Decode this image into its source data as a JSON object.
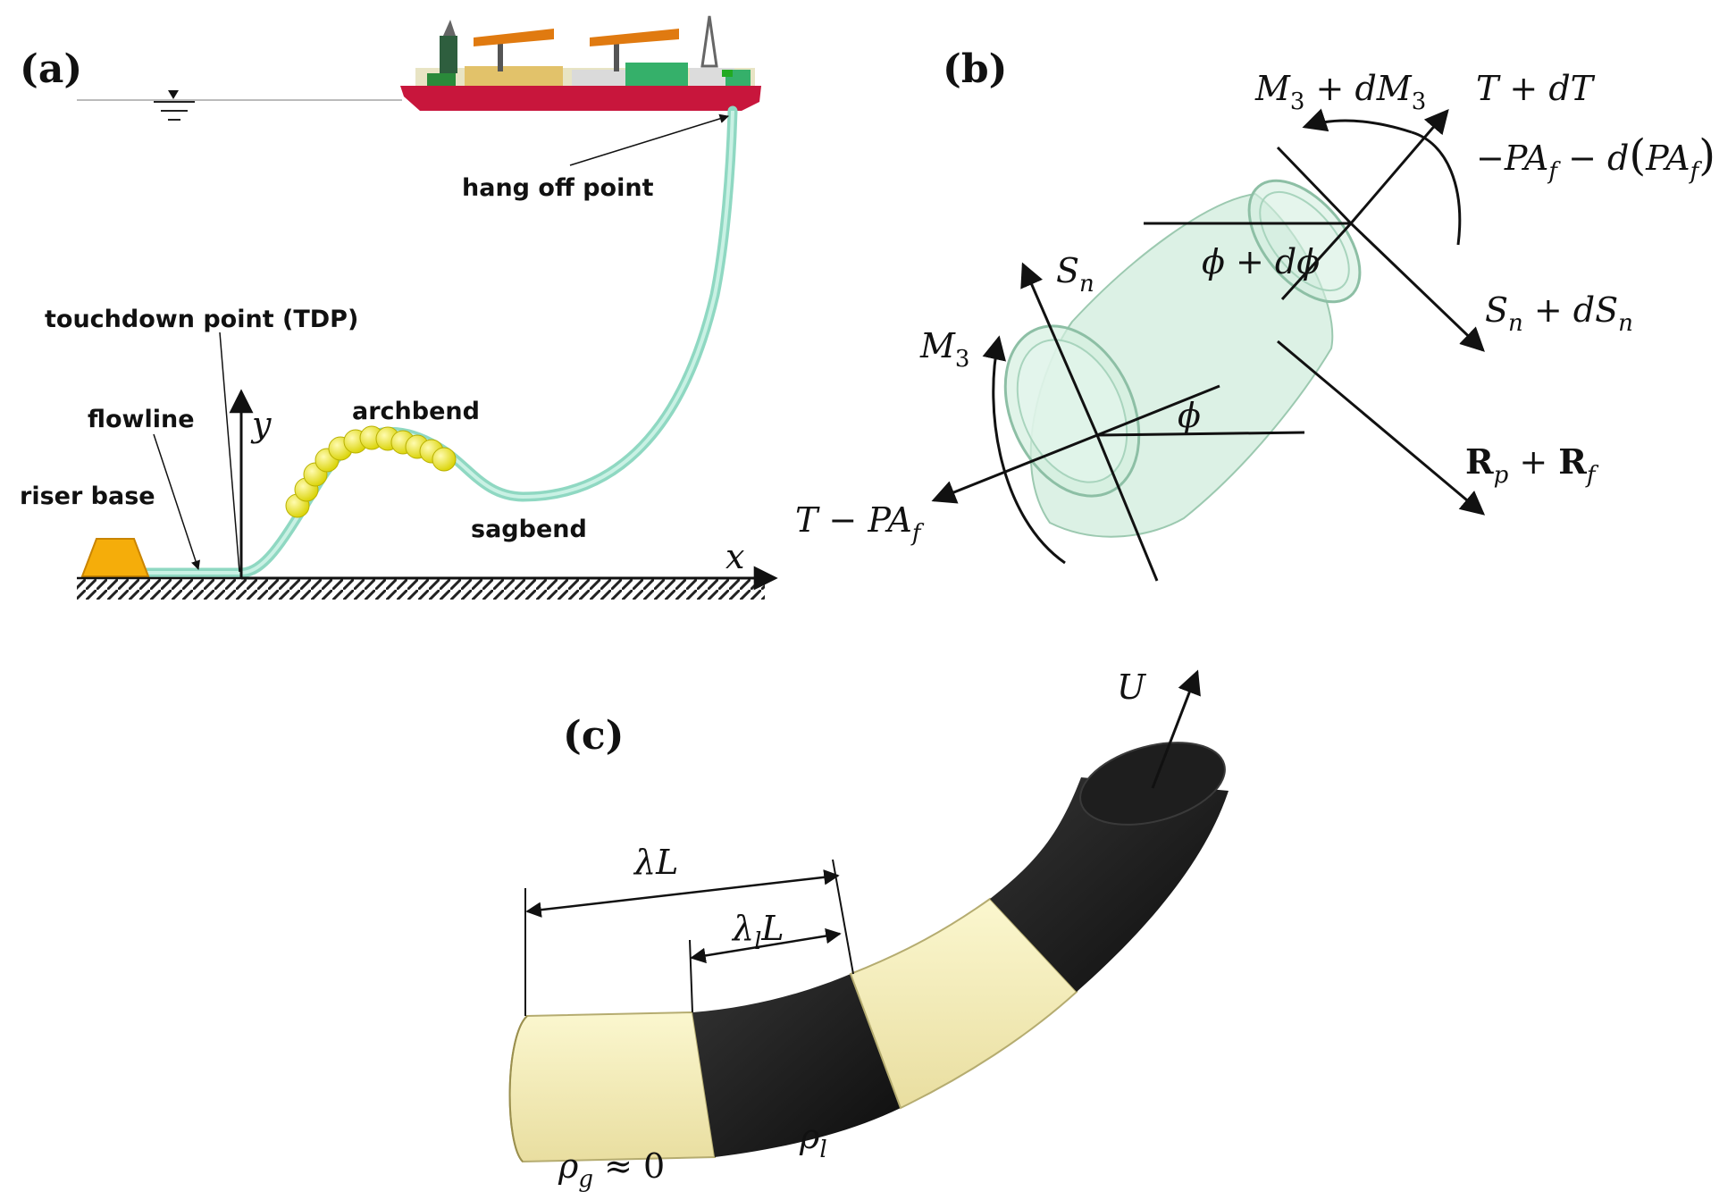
{
  "panels": {
    "a": {
      "label": "(a)",
      "labels": {
        "hang_off": "hang off point",
        "tdp": "touchdown point (TDP)",
        "flowline": "flowline",
        "archbend": "archbend",
        "riser_base": "riser base",
        "sagbend": "sagbend",
        "x_axis": "x",
        "y_axis": "y"
      }
    },
    "b": {
      "label": "(b)",
      "top_moment": {
        "M": "M",
        "sub": "3",
        "plus_d": " + dM",
        "sub2": "3"
      },
      "top_tension": "T + dT",
      "top_pressure": {
        "pre": "−PA",
        "sub": "f",
        "mid": " − d",
        "lp": "(",
        "pa": "PA",
        "sub2": "f",
        "rp": ")"
      },
      "phi_dphi": "ϕ + dϕ",
      "shear_left": {
        "S": "S",
        "sub": "n"
      },
      "shear_right": {
        "S": "S",
        "sub": "n",
        "plus_d": " + dS",
        "sub2": "n"
      },
      "moment_left": {
        "M": "M",
        "sub": "3"
      },
      "phi": "ϕ",
      "reactions": {
        "R1": "R",
        "sub1": "p",
        "plus": " + ",
        "R2": "R",
        "sub2": "f"
      },
      "tension_left": {
        "pre": "T − PA",
        "sub": "f"
      }
    },
    "c": {
      "label": "(c)",
      "velocity": "U",
      "lambda_L": "λL",
      "lambda_l_L": {
        "lam": "λ",
        "sub": "l",
        "L": "L"
      },
      "rho_g": {
        "rho": "ρ",
        "sub": "g",
        "rest": " ≈ 0"
      },
      "rho_l": {
        "rho": "ρ",
        "sub": "l"
      }
    }
  },
  "colors": {
    "riser": "#a7e6d2",
    "buoys": "#f0ee18",
    "riser_base": "#f5ad0a",
    "vessel_hull": "#c8163c",
    "gas": "#f7f1b0",
    "liquid": "#222222",
    "pipe_glass": "#c4e8d4"
  }
}
